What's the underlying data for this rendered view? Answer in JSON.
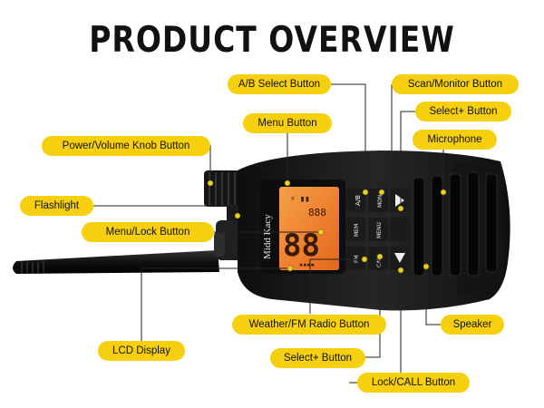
{
  "title": "PRODUCT OVERVIEW",
  "labels": {
    "ab_select": "A/B Select Button",
    "scan_monitor": "Scan/Monitor Button",
    "menu": "Menu Button",
    "select_plus_top": "Select+ Button",
    "power_volume": "Power/Volume Knob Button",
    "microphone": "Microphone",
    "flashlight": "Flashlight",
    "menu_lock": "Menu/Lock Button",
    "weather_fm": "Weather/FM Radio Button",
    "speaker": "Speaker",
    "lcd": "LCD Display",
    "select_plus_bottom": "Select+ Button",
    "lock_call": "Lock/CALL Button"
  },
  "device": {
    "brand": "Midd Kacy",
    "lcd_digits": "88",
    "lcd_small": "888",
    "buttons": {
      "ab": "A/B",
      "mon": "MON",
      "menu": "MENU",
      "mem": "MEM",
      "fm": "FM",
      "call": "CALL"
    }
  },
  "colors": {
    "label_bg": "#f6d00e",
    "device": "#1b1b1b",
    "lcd": "#f07a1a"
  }
}
